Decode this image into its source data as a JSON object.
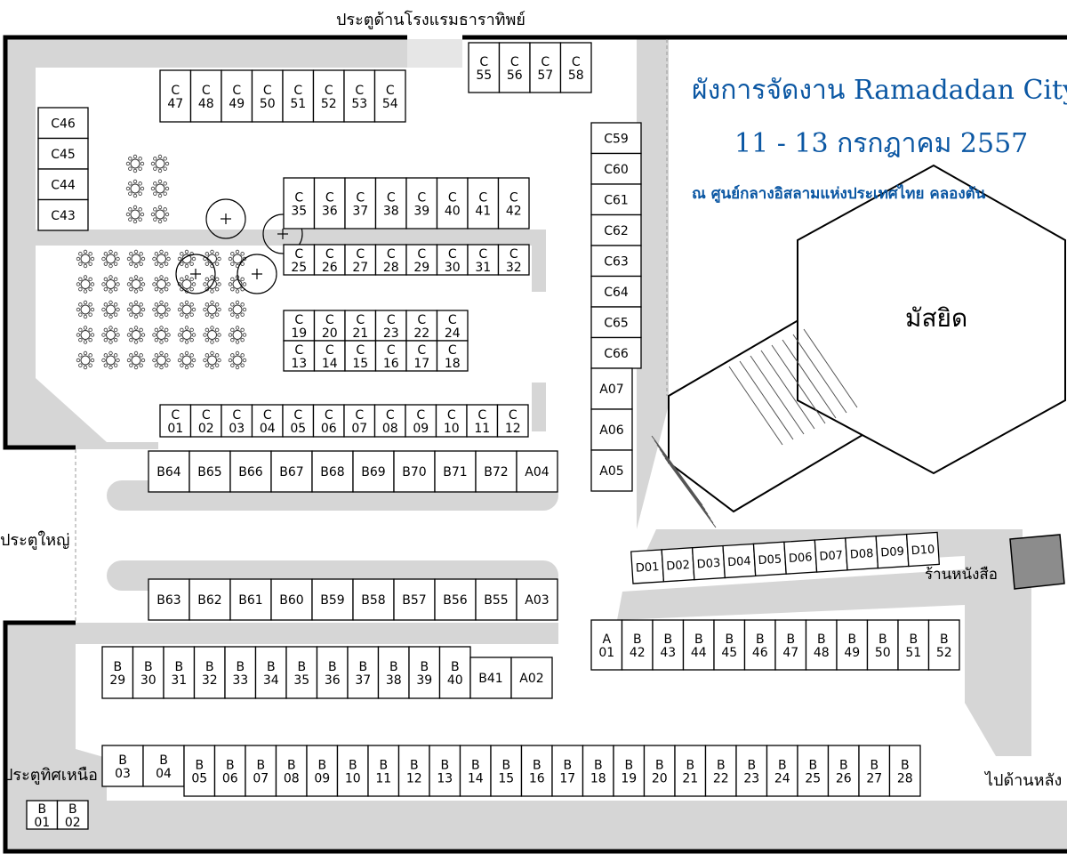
{
  "map": {
    "title": "ผังการจัดงาน Ramadadan City",
    "date": "11 - 13 กรกฎาคม 2557",
    "venue": "ณ ศูนย์กลางอิสลามแห่งประเทศไทย คลองตัน",
    "mosque": "มัสยิด",
    "gate_top": "ประตูด้านโรงแรมธาราทิพย์",
    "gate_main": "ประตูใหญ่",
    "gate_north": "ประตูทิศเหนือ",
    "to_back": "ไปด้านหลัง",
    "bookshop": "ร้านหนังสือ",
    "title_color": "#0b57a3",
    "road_color": "#d6d6d6",
    "wall_color": "#000000"
  },
  "booths": [
    {
      "id": "c47",
      "l1": "C",
      "l2": "47"
    },
    {
      "id": "c48",
      "l1": "C",
      "l2": "48"
    },
    {
      "id": "c49",
      "l1": "C",
      "l2": "49"
    },
    {
      "id": "c50",
      "l1": "C",
      "l2": "50"
    },
    {
      "id": "c51",
      "l1": "C",
      "l2": "51"
    },
    {
      "id": "c52",
      "l1": "C",
      "l2": "52"
    },
    {
      "id": "c53",
      "l1": "C",
      "l2": "53"
    },
    {
      "id": "c54",
      "l1": "C",
      "l2": "54"
    },
    {
      "id": "c55",
      "l1": "C",
      "l2": "55"
    },
    {
      "id": "c56",
      "l1": "C",
      "l2": "56"
    },
    {
      "id": "c57",
      "l1": "C",
      "l2": "57"
    },
    {
      "id": "c58",
      "l1": "C",
      "l2": "58"
    },
    {
      "id": "c46",
      "l1": "C46"
    },
    {
      "id": "c45",
      "l1": "C45"
    },
    {
      "id": "c44",
      "l1": "C44"
    },
    {
      "id": "c43",
      "l1": "C43"
    },
    {
      "id": "c35",
      "l1": "C",
      "l2": "35"
    },
    {
      "id": "c36",
      "l1": "C",
      "l2": "36"
    },
    {
      "id": "c37",
      "l1": "C",
      "l2": "37"
    },
    {
      "id": "c38",
      "l1": "C",
      "l2": "38"
    },
    {
      "id": "c39",
      "l1": "C",
      "l2": "39"
    },
    {
      "id": "c40",
      "l1": "C",
      "l2": "40"
    },
    {
      "id": "c41",
      "l1": "C",
      "l2": "41"
    },
    {
      "id": "c42",
      "l1": "C",
      "l2": "42"
    },
    {
      "id": "c25",
      "l1": "C",
      "l2": "25"
    },
    {
      "id": "c26",
      "l1": "C",
      "l2": "26"
    },
    {
      "id": "c27",
      "l1": "C",
      "l2": "27"
    },
    {
      "id": "c28",
      "l1": "C",
      "l2": "28"
    },
    {
      "id": "c29",
      "l1": "C",
      "l2": "29"
    },
    {
      "id": "c30",
      "l1": "C",
      "l2": "30"
    },
    {
      "id": "c31",
      "l1": "C",
      "l2": "31"
    },
    {
      "id": "c32",
      "l1": "C",
      "l2": "32"
    },
    {
      "id": "c19",
      "l1": "C",
      "l2": "19"
    },
    {
      "id": "c20",
      "l1": "C",
      "l2": "20"
    },
    {
      "id": "c21",
      "l1": "C",
      "l2": "21"
    },
    {
      "id": "c23",
      "l1": "C",
      "l2": "23"
    },
    {
      "id": "c22",
      "l1": "C",
      "l2": "22"
    },
    {
      "id": "c24",
      "l1": "C",
      "l2": "24"
    },
    {
      "id": "c13",
      "l1": "C",
      "l2": "13"
    },
    {
      "id": "c14",
      "l1": "C",
      "l2": "14"
    },
    {
      "id": "c15",
      "l1": "C",
      "l2": "15"
    },
    {
      "id": "c16",
      "l1": "C",
      "l2": "16"
    },
    {
      "id": "c17",
      "l1": "C",
      "l2": "17"
    },
    {
      "id": "c18",
      "l1": "C",
      "l2": "18"
    },
    {
      "id": "c01",
      "l1": "C",
      "l2": "01"
    },
    {
      "id": "c02",
      "l1": "C",
      "l2": "02"
    },
    {
      "id": "c03",
      "l1": "C",
      "l2": "03"
    },
    {
      "id": "c04",
      "l1": "C",
      "l2": "04"
    },
    {
      "id": "c05",
      "l1": "C",
      "l2": "05"
    },
    {
      "id": "c06",
      "l1": "C",
      "l2": "06"
    },
    {
      "id": "c07",
      "l1": "C",
      "l2": "07"
    },
    {
      "id": "c08",
      "l1": "C",
      "l2": "08"
    },
    {
      "id": "c09",
      "l1": "C",
      "l2": "09"
    },
    {
      "id": "c10",
      "l1": "C",
      "l2": "10"
    },
    {
      "id": "c11",
      "l1": "C",
      "l2": "11"
    },
    {
      "id": "c12",
      "l1": "C",
      "l2": "12"
    },
    {
      "id": "c59",
      "l1": "C59"
    },
    {
      "id": "c60",
      "l1": "C60"
    },
    {
      "id": "c61",
      "l1": "C61"
    },
    {
      "id": "c62",
      "l1": "C62"
    },
    {
      "id": "c63",
      "l1": "C63"
    },
    {
      "id": "c64",
      "l1": "C64"
    },
    {
      "id": "c65",
      "l1": "C65"
    },
    {
      "id": "c66",
      "l1": "C66"
    },
    {
      "id": "a07",
      "l1": "A07"
    },
    {
      "id": "a06",
      "l1": "A06"
    },
    {
      "id": "a05",
      "l1": "A05"
    },
    {
      "id": "b64",
      "l1": "B64"
    },
    {
      "id": "b65",
      "l1": "B65"
    },
    {
      "id": "b66",
      "l1": "B66"
    },
    {
      "id": "b67",
      "l1": "B67"
    },
    {
      "id": "b68",
      "l1": "B68"
    },
    {
      "id": "b69",
      "l1": "B69"
    },
    {
      "id": "b70",
      "l1": "B70"
    },
    {
      "id": "b71",
      "l1": "B71"
    },
    {
      "id": "b72",
      "l1": "B72"
    },
    {
      "id": "a04",
      "l1": "A04"
    },
    {
      "id": "b63",
      "l1": "B63"
    },
    {
      "id": "b62",
      "l1": "B62"
    },
    {
      "id": "b61",
      "l1": "B61"
    },
    {
      "id": "b60",
      "l1": "B60"
    },
    {
      "id": "b59",
      "l1": "B59"
    },
    {
      "id": "b58",
      "l1": "B58"
    },
    {
      "id": "b57",
      "l1": "B57"
    },
    {
      "id": "b56",
      "l1": "B56"
    },
    {
      "id": "b55",
      "l1": "B55"
    },
    {
      "id": "a03",
      "l1": "A03"
    },
    {
      "id": "b29",
      "l1": "B",
      "l2": "29"
    },
    {
      "id": "b30",
      "l1": "B",
      "l2": "30"
    },
    {
      "id": "b31",
      "l1": "B",
      "l2": "31"
    },
    {
      "id": "b32",
      "l1": "B",
      "l2": "32"
    },
    {
      "id": "b33",
      "l1": "B",
      "l2": "33"
    },
    {
      "id": "b34",
      "l1": "B",
      "l2": "34"
    },
    {
      "id": "b35",
      "l1": "B",
      "l2": "35"
    },
    {
      "id": "b36",
      "l1": "B",
      "l2": "36"
    },
    {
      "id": "b37",
      "l1": "B",
      "l2": "37"
    },
    {
      "id": "b38",
      "l1": "B",
      "l2": "38"
    },
    {
      "id": "b39",
      "l1": "B",
      "l2": "39"
    },
    {
      "id": "b40",
      "l1": "B",
      "l2": "40"
    },
    {
      "id": "b41",
      "l1": "B41"
    },
    {
      "id": "a02",
      "l1": "A02"
    },
    {
      "id": "a01",
      "l1": "A",
      "l2": "01"
    },
    {
      "id": "b42",
      "l1": "B",
      "l2": "42"
    },
    {
      "id": "b43",
      "l1": "B",
      "l2": "43"
    },
    {
      "id": "b44",
      "l1": "B",
      "l2": "44"
    },
    {
      "id": "b45",
      "l1": "B",
      "l2": "45"
    },
    {
      "id": "b46",
      "l1": "B",
      "l2": "46"
    },
    {
      "id": "b47",
      "l1": "B",
      "l2": "47"
    },
    {
      "id": "b48",
      "l1": "B",
      "l2": "48"
    },
    {
      "id": "b49",
      "l1": "B",
      "l2": "49"
    },
    {
      "id": "b50",
      "l1": "B",
      "l2": "50"
    },
    {
      "id": "b51",
      "l1": "B",
      "l2": "51"
    },
    {
      "id": "b52",
      "l1": "B",
      "l2": "52"
    },
    {
      "id": "b03",
      "l1": "B",
      "l2": "03"
    },
    {
      "id": "b04",
      "l1": "B",
      "l2": "04"
    },
    {
      "id": "b05",
      "l1": "B",
      "l2": "05"
    },
    {
      "id": "b06",
      "l1": "B",
      "l2": "06"
    },
    {
      "id": "b07",
      "l1": "B",
      "l2": "07"
    },
    {
      "id": "b08",
      "l1": "B",
      "l2": "08"
    },
    {
      "id": "b09",
      "l1": "B",
      "l2": "09"
    },
    {
      "id": "b10",
      "l1": "B",
      "l2": "10"
    },
    {
      "id": "b11",
      "l1": "B",
      "l2": "11"
    },
    {
      "id": "b12",
      "l1": "B",
      "l2": "12"
    },
    {
      "id": "b13",
      "l1": "B",
      "l2": "13"
    },
    {
      "id": "b14",
      "l1": "B",
      "l2": "14"
    },
    {
      "id": "b15",
      "l1": "B",
      "l2": "15"
    },
    {
      "id": "b16",
      "l1": "B",
      "l2": "16"
    },
    {
      "id": "b17",
      "l1": "B",
      "l2": "17"
    },
    {
      "id": "b18",
      "l1": "B",
      "l2": "18"
    },
    {
      "id": "b19",
      "l1": "B",
      "l2": "19"
    },
    {
      "id": "b20",
      "l1": "B",
      "l2": "20"
    },
    {
      "id": "b21",
      "l1": "B",
      "l2": "21"
    },
    {
      "id": "b22",
      "l1": "B",
      "l2": "22"
    },
    {
      "id": "b23",
      "l1": "B",
      "l2": "23"
    },
    {
      "id": "b24",
      "l1": "B",
      "l2": "24"
    },
    {
      "id": "b25",
      "l1": "B",
      "l2": "25"
    },
    {
      "id": "b26",
      "l1": "B",
      "l2": "26"
    },
    {
      "id": "b27",
      "l1": "B",
      "l2": "27"
    },
    {
      "id": "b28",
      "l1": "B",
      "l2": "28"
    },
    {
      "id": "b01",
      "l1": "B",
      "l2": "01"
    },
    {
      "id": "b02",
      "l1": "B",
      "l2": "02"
    },
    {
      "id": "d01",
      "l1": "D01"
    },
    {
      "id": "d02",
      "l1": "D02"
    },
    {
      "id": "d03",
      "l1": "D03"
    },
    {
      "id": "d04",
      "l1": "D04"
    },
    {
      "id": "d05",
      "l1": "D05"
    },
    {
      "id": "d06",
      "l1": "D06"
    },
    {
      "id": "d07",
      "l1": "D07"
    },
    {
      "id": "d08",
      "l1": "D08"
    },
    {
      "id": "d09",
      "l1": "D09"
    },
    {
      "id": "d10",
      "l1": "D10"
    }
  ]
}
